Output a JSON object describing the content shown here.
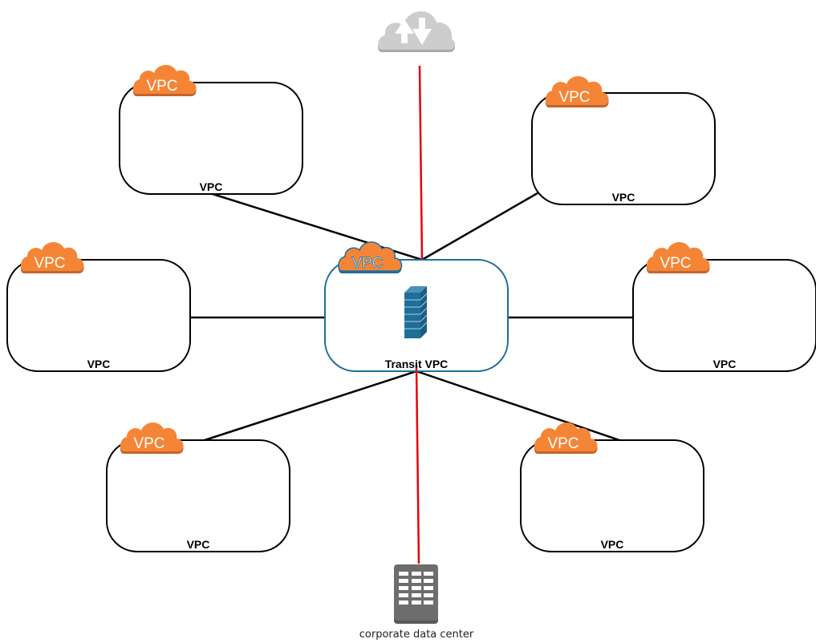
{
  "diagram": {
    "internet": {
      "icon": "internet-cloud-icon"
    },
    "transit": {
      "label": "Transit VPC",
      "badge": "VPC",
      "icon": "firewall-icon"
    },
    "vpcs": [
      {
        "id": "vpc-top-left",
        "label": "VPC",
        "badge": "VPC"
      },
      {
        "id": "vpc-top-right",
        "label": "VPC",
        "badge": "VPC"
      },
      {
        "id": "vpc-mid-left",
        "label": "VPC",
        "badge": "VPC"
      },
      {
        "id": "vpc-mid-right",
        "label": "VPC",
        "badge": "VPC"
      },
      {
        "id": "vpc-bottom-left",
        "label": "VPC",
        "badge": "VPC"
      },
      {
        "id": "vpc-bottom-right",
        "label": "VPC",
        "badge": "VPC"
      }
    ],
    "datacenter": {
      "label": "corporate data center",
      "icon": "datacenter-building-icon"
    },
    "colors": {
      "vpc_orange": "#F58536",
      "transit_blue": "#1F6E99",
      "link_red": "#E8000B",
      "link_black": "#000000",
      "cloud_gray": "#CCCCCC",
      "dc_gray": "#6D6D6D"
    }
  }
}
